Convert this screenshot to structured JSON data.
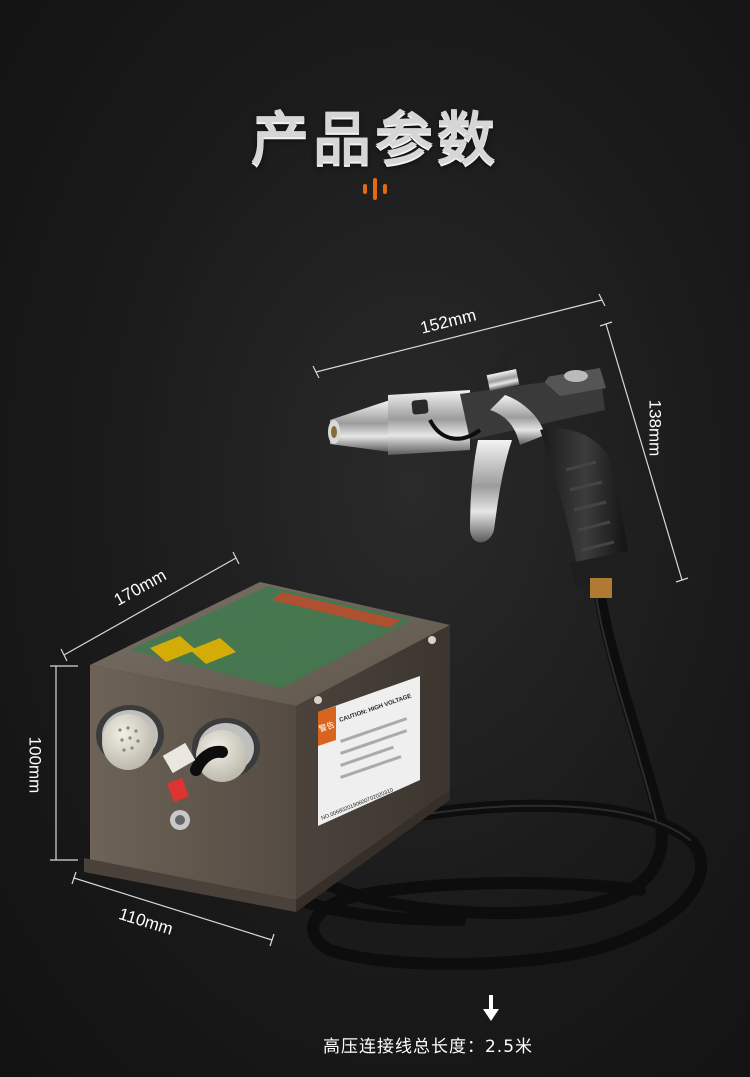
{
  "title": "产品参数",
  "dimensions": {
    "gun_width": "152mm",
    "gun_height": "138mm",
    "box_depth": "170mm",
    "box_height": "100mm",
    "box_width": "110mm"
  },
  "label": {
    "caution": "CAUTION: HIGH VOLTAGE",
    "warning_tag": "警告",
    "serial": "NO.0068020190600702020310"
  },
  "footer": "高压连接线总长度：2.5米",
  "colors": {
    "accent": "#e46a12",
    "title": "#d6d6d6",
    "text": "#ffffff"
  }
}
